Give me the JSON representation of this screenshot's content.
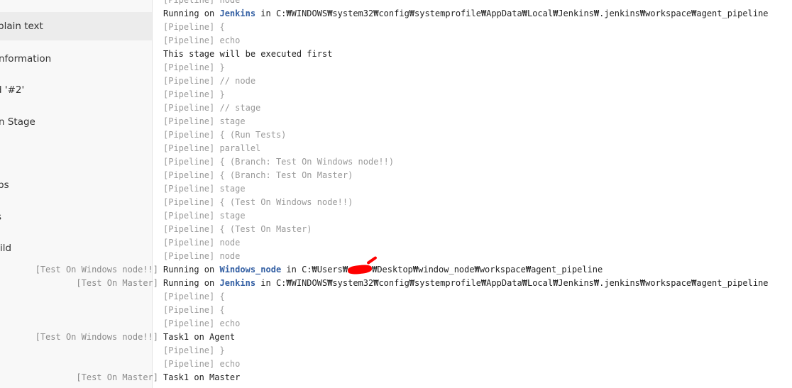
{
  "sidebar": {
    "items": [
      {
        "label": "plain text",
        "active": true
      },
      {
        "label": "nformation"
      },
      {
        "label": "d '#2'"
      },
      {
        "label": "n Stage"
      },
      {
        "label": "ps"
      },
      {
        "label": "s"
      },
      {
        "label": "ild"
      }
    ]
  },
  "console": {
    "lines": [
      {
        "prefix": "",
        "text": "[Pipeline] node",
        "kind": "pipeline"
      },
      {
        "prefix": "",
        "text_before": "Running on ",
        "link": "Jenkins",
        "text_after": " in C:₩WINDOWS₩system32₩config₩systemprofile₩AppData₩Local₩Jenkins₩.jenkins₩workspace₩agent_pipeline",
        "kind": "output"
      },
      {
        "prefix": "",
        "text": "[Pipeline] {",
        "kind": "pipeline"
      },
      {
        "prefix": "",
        "text": "[Pipeline] echo",
        "kind": "pipeline"
      },
      {
        "prefix": "",
        "text": "This stage will be executed first",
        "kind": "output"
      },
      {
        "prefix": "",
        "text": "[Pipeline] }",
        "kind": "pipeline"
      },
      {
        "prefix": "",
        "text": "[Pipeline] // node",
        "kind": "pipeline"
      },
      {
        "prefix": "",
        "text": "[Pipeline] }",
        "kind": "pipeline"
      },
      {
        "prefix": "",
        "text": "[Pipeline] // stage",
        "kind": "pipeline"
      },
      {
        "prefix": "",
        "text": "[Pipeline] stage",
        "kind": "pipeline"
      },
      {
        "prefix": "",
        "text": "[Pipeline] { (Run Tests)",
        "kind": "pipeline"
      },
      {
        "prefix": "",
        "text": "[Pipeline] parallel",
        "kind": "pipeline"
      },
      {
        "prefix": "",
        "text": "[Pipeline] { (Branch: Test On Windows node!!)",
        "kind": "pipeline"
      },
      {
        "prefix": "",
        "text": "[Pipeline] { (Branch: Test On Master)",
        "kind": "pipeline"
      },
      {
        "prefix": "",
        "text": "[Pipeline] stage",
        "kind": "pipeline"
      },
      {
        "prefix": "",
        "text": "[Pipeline] { (Test On Windows node!!)",
        "kind": "pipeline"
      },
      {
        "prefix": "",
        "text": "[Pipeline] stage",
        "kind": "pipeline"
      },
      {
        "prefix": "",
        "text": "[Pipeline] { (Test On Master)",
        "kind": "pipeline"
      },
      {
        "prefix": "",
        "text": "[Pipeline] node",
        "kind": "pipeline"
      },
      {
        "prefix": "",
        "text": "[Pipeline] node",
        "kind": "pipeline"
      },
      {
        "prefix": "[Test On Windows node!!]",
        "text_before": "Running on ",
        "link": "Windows_node",
        "text_after": " in C:₩Users₩",
        "redacted": true,
        "text_end": "₩Desktop₩window_node₩workspace₩agent_pipeline",
        "kind": "output"
      },
      {
        "prefix": "[Test On Master]",
        "text_before": "Running on ",
        "link": "Jenkins",
        "text_after": " in C:₩WINDOWS₩system32₩config₩systemprofile₩AppData₩Local₩Jenkins₩.jenkins₩workspace₩agent_pipeline",
        "kind": "output"
      },
      {
        "prefix": "",
        "text": "[Pipeline] {",
        "kind": "pipeline"
      },
      {
        "prefix": "",
        "text": "[Pipeline] {",
        "kind": "pipeline"
      },
      {
        "prefix": "",
        "text": "[Pipeline] echo",
        "kind": "pipeline"
      },
      {
        "prefix": "[Test On Windows node!!]",
        "text": "Task1 on Agent",
        "kind": "output"
      },
      {
        "prefix": "",
        "text": "[Pipeline] }",
        "kind": "pipeline"
      },
      {
        "prefix": "",
        "text": "[Pipeline] echo",
        "kind": "pipeline"
      },
      {
        "prefix": "[Test On Master]",
        "text": "Task1 on Master",
        "kind": "output"
      }
    ]
  },
  "colors": {
    "link": "#335fa3",
    "pipeline_text": "#9a9a9a",
    "prefix_text": "#8a8a8a",
    "redaction": "#ff0000"
  }
}
